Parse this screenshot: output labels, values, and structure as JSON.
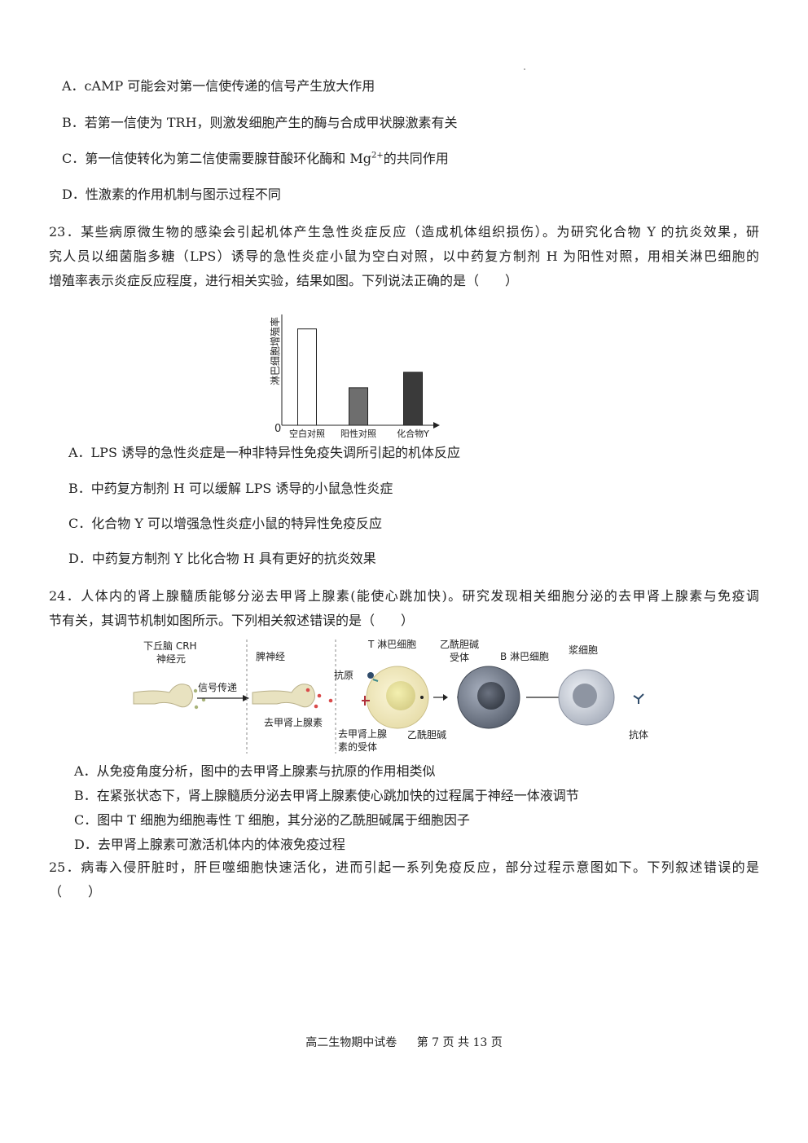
{
  "q22": {
    "opt_a": "A．cAMP 可能会对第一信使传递的信号产生放大作用",
    "opt_b": "B．若第一信使为 TRH，则激发细胞产生的酶与合成甲状腺激素有关",
    "opt_c_pre": "C．第一信使转化为第二信使需要腺苷酸环化酶和 Mg",
    "opt_c_sup": "2+",
    "opt_c_post": "的共同作用",
    "opt_d": "D．性激素的作用机制与图示过程不同"
  },
  "q23": {
    "line1": "23．某些病原微生物的感染会引起机体产生急性炎症反应（造成机体组织损伤）。为研究化合物 Y 的抗炎效果，研",
    "line2": "究人员以细菌脂多糖（LPS）诱导的急性炎症小鼠为空白对照，以中药复方制剂 H 为阳性对照，用相关淋巴细胞的",
    "line3": "增殖率表示炎症反应程度，进行相关实验，结果如图。下列说法正确的是（　　）",
    "opt_a": "A．LPS 诱导的急性炎症是一种非特异性免疫失调所引起的机体反应",
    "opt_b": "B．中药复方制剂 H 可以缓解 LPS 诱导的小鼠急性炎症",
    "opt_c": "C．化合物 Y 可以增强急性炎症小鼠的特异性免疫反应",
    "opt_d": "D．中药复方制剂 Y 比化合物 H 具有更好的抗炎效果"
  },
  "chart_data": {
    "type": "bar",
    "ylabel": "淋巴细胞增殖率",
    "origin_label": "0",
    "categories": [
      "空白对照",
      "阳性对照",
      "化合物Y"
    ],
    "values": [
      1.0,
      0.39,
      0.55
    ],
    "colors": [
      "#ffffff",
      "#6e6e6e",
      "#3a3a3a"
    ],
    "ylim": [
      0,
      1.15
    ]
  },
  "q24": {
    "line1": "24．人体内的肾上腺髓质能够分泌去甲肾上腺素(能使心跳加快)。研究发现相关细胞分泌的去甲肾上腺素与免疫调",
    "line2": "节有关，其调节机制如图所示。下列相关叙述错误的是（　　）",
    "opt_a": "A．从免疫角度分析，图中的去甲肾上腺素与抗原的作用相类似",
    "opt_b": "B．在紧张状态下，肾上腺髓质分泌去甲肾上腺素使心跳加快的过程属于神经一体液调节",
    "opt_c": "C．图中 T 细胞为细胞毒性 T 细胞，其分泌的乙酰胆碱属于细胞因子",
    "opt_d": "D．去甲肾上腺素可激活机体内的体液免疫过程"
  },
  "diagram": {
    "crh_line1": "下丘脑 CRH",
    "crh_line2": "神经元",
    "signal": "信号传递",
    "spleen_nerve": "脾神经",
    "norepinephrine": "去甲肾上腺素",
    "antigen": "抗原",
    "ne_receptor_line1": "去甲肾上腺",
    "ne_receptor_line2": "素的受体",
    "t_cell": "T 淋巴细胞",
    "ach_receptor_line1": "乙酰胆碱",
    "ach_receptor_line2": "受体",
    "acetylcholine": "乙酰胆碱",
    "b_cell": "B 淋巴细胞",
    "plasma_cell": "浆细胞",
    "antibody": "抗体"
  },
  "q25": {
    "line1": "25．病毒入侵肝脏时，肝巨噬细胞快速活化，进而引起一系列免疫反应，部分过程示意图如下。下列叙述错误的是",
    "line2": "（　　）"
  },
  "footer": {
    "exam": "高二生物期中试卷",
    "page": "第 7 页 共 13 页"
  }
}
